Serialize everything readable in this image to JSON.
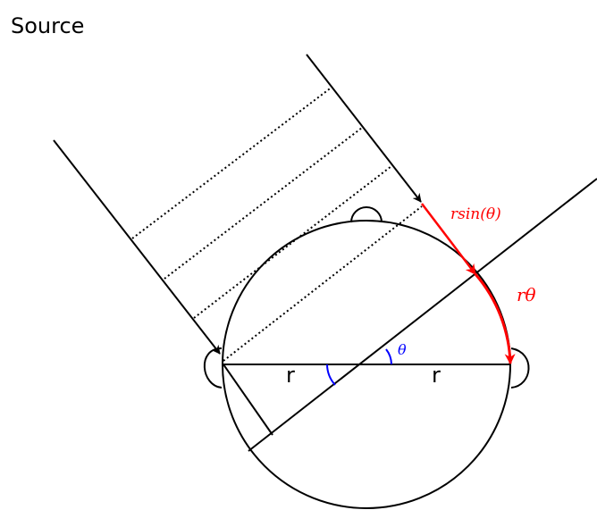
{
  "title": "Source",
  "labels": {
    "r_left": "r",
    "r_right": "r",
    "theta": "θ",
    "rsin": "rsin(θ)",
    "rtheta": "rθ"
  },
  "colors": {
    "stroke": "#000000",
    "accent_red": "#ff0000",
    "accent_blue": "#0000ff",
    "background": "#ffffff"
  }
}
